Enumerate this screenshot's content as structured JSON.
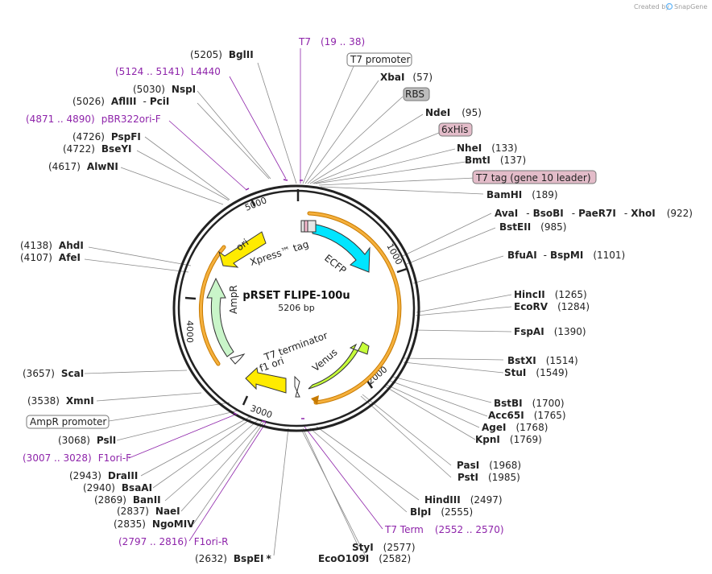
{
  "credit": {
    "text": "Created by",
    "brand": "SnapGene"
  },
  "plasmid": {
    "name": "pRSET FLIPE-100u",
    "size": "5206 bp"
  },
  "ring": {
    "ticks": [
      "5000",
      "1000",
      "4000",
      "2000",
      "3000"
    ],
    "features": {
      "xpress": "Xpress™ tag",
      "ecfp": "ECFP",
      "ori": "ori",
      "ampr": "AmpR",
      "t7term": "T7 terminator",
      "f1ori": "f1 ori",
      "venus": "Venus"
    }
  },
  "labels": {
    "bglii": {
      "pos": "(5205)",
      "name": "BglII"
    },
    "t7": {
      "name": "T7",
      "range": "(19 .. 38)"
    },
    "t7prom": {
      "name": "T7 promoter"
    },
    "l4440": {
      "range": "(5124 .. 5141)",
      "name": "L4440"
    },
    "xbai": {
      "name": "XbaI",
      "pos": "(57)"
    },
    "rbs": {
      "name": "RBS"
    },
    "nspi": {
      "pos": "(5030)",
      "name": "NspI"
    },
    "aflIII": {
      "pos": "(5026)",
      "name": "AflIII",
      "sep": "-",
      "name2": "PciI"
    },
    "ndei": {
      "name": "NdeI",
      "pos": "(95)"
    },
    "pbr": {
      "range": "(4871 .. 4890)",
      "name": "pBR322ori-F"
    },
    "his": {
      "name": "6xHis"
    },
    "pspfi": {
      "pos": "(4726)",
      "name": "PspFI"
    },
    "nhei": {
      "name": "NheI",
      "pos": "(133)"
    },
    "bseyi": {
      "pos": "(4722)",
      "name": "BseYI"
    },
    "bmti": {
      "name": "BmtI",
      "pos": "(137)"
    },
    "alwni": {
      "pos": "(4617)",
      "name": "AlwNI"
    },
    "t7tag": {
      "name": "T7 tag (gene 10 leader)"
    },
    "bamhi": {
      "name": "BamHI",
      "pos": "(189)"
    },
    "avai": {
      "name": "AvaI",
      "sep1": "-",
      "name2": "BsoBI",
      "sep2": "-",
      "name3": "PaeR7I",
      "sep3": "-",
      "name4": "XhoI",
      "pos": "(922)"
    },
    "bsteii": {
      "name": "BstEII",
      "pos": "(985)"
    },
    "ahdi": {
      "pos": "(4138)",
      "name": "AhdI"
    },
    "bfuai": {
      "name": "BfuAI",
      "sep": "-",
      "name2": "BspMI",
      "pos": "(1101)"
    },
    "afei": {
      "pos": "(4107)",
      "name": "AfeI"
    },
    "hincii": {
      "name": "HincII",
      "pos": "(1265)"
    },
    "ecorv": {
      "name": "EcoRV",
      "pos": "(1284)"
    },
    "fspai": {
      "name": "FspAI",
      "pos": "(1390)"
    },
    "bstxi": {
      "name": "BstXI",
      "pos": "(1514)"
    },
    "stui": {
      "name": "StuI",
      "pos": "(1549)"
    },
    "scai": {
      "pos": "(3657)",
      "name": "ScaI"
    },
    "xmni": {
      "pos": "(3538)",
      "name": "XmnI"
    },
    "bstbi": {
      "name": "BstBI",
      "pos": "(1700)"
    },
    "acc65i": {
      "name": "Acc65I",
      "pos": "(1765)"
    },
    "ampprom": {
      "name": "AmpR promoter"
    },
    "agei": {
      "name": "AgeI",
      "pos": "(1768)"
    },
    "kpni": {
      "name": "KpnI",
      "pos": "(1769)"
    },
    "psli": {
      "pos": "(3068)",
      "name": "PslI"
    },
    "f1orif": {
      "range": "(3007 .. 3028)",
      "name": "F1ori-F"
    },
    "pasi": {
      "name": "PasI",
      "pos": "(1968)"
    },
    "psti": {
      "name": "PstI",
      "pos": "(1985)"
    },
    "draiii": {
      "pos": "(2943)",
      "name": "DraIII"
    },
    "bsaai": {
      "pos": "(2940)",
      "name": "BsaAI"
    },
    "banii": {
      "pos": "(2869)",
      "name": "BanII"
    },
    "hindiii": {
      "name": "HindIII",
      "pos": "(2497)"
    },
    "naei": {
      "pos": "(2837)",
      "name": "NaeI"
    },
    "blpi": {
      "name": "BlpI",
      "pos": "(2555)"
    },
    "ngomiv": {
      "pos": "(2835)",
      "name": "NgoMIV"
    },
    "t7term": {
      "name": "T7 Term",
      "range": "(2552 .. 2570)"
    },
    "f1orir": {
      "range": "(2797 .. 2816)",
      "name": "F1ori-R"
    },
    "styi": {
      "name": "StyI",
      "pos": "(2577)"
    },
    "bspei": {
      "pos": "(2632)",
      "name": "BspEI",
      "star": "*"
    },
    "eco0109i": {
      "name": "EcoO109I",
      "pos": "(2582)"
    }
  }
}
